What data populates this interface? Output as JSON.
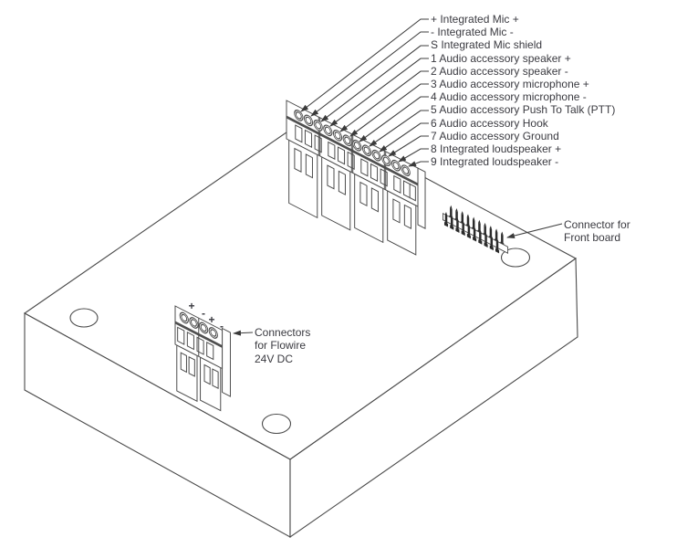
{
  "figure": {
    "pin_labels": [
      "+ Integrated Mic +",
      "- Integrated Mic -",
      "S Integrated Mic shield",
      "1 Audio accessory speaker +",
      "2 Audio accessory speaker -",
      "3 Audio accessory microphone +",
      "4 Audio accessory microphone -",
      "5 Audio accessory Push To Talk (PTT)",
      "6 Audio accessory Hook",
      "7 Audio accessory Ground",
      "8 Integrated loudspeaker +",
      "9 Integrated loudspeaker -"
    ],
    "front_board_callout": [
      "Connector for",
      "Front board"
    ],
    "flowire_callout": [
      "Connectors",
      "for Flowire",
      "24V DC"
    ],
    "polarity_marks": [
      "+",
      "-",
      "+",
      "-"
    ],
    "colors": {
      "line": "#4a4a4a",
      "text": "#3a3a40",
      "pin_dark": "#2b2b2b",
      "band_dark": "#4f4f4f",
      "background": "#ffffff"
    }
  }
}
